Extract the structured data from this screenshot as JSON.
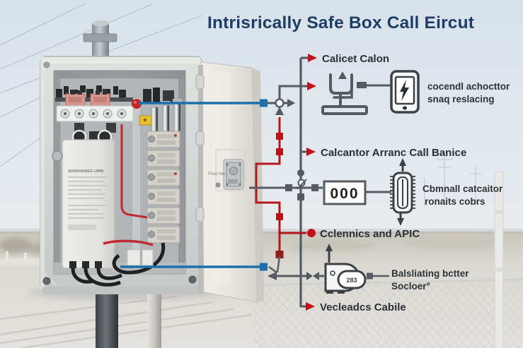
{
  "title": "Intrisrically Safe Box Call Eircut",
  "colors": {
    "accent_red": "#c1121c",
    "wire_blue": "#1c6fad",
    "line_gray": "#565b5f",
    "title_navy": "#1d3d66"
  },
  "schematic": {
    "callouts": [
      {
        "label": "Calicet Calon"
      },
      {
        "label": "Calcantor Arranc Call Banice"
      },
      {
        "label": "Cclennics and APIC"
      },
      {
        "label": "Vecleadcs Cabile"
      }
    ],
    "meter_value": "000",
    "connector_badge": "283",
    "captions": {
      "phone": {
        "line1": "cocendl achocttor",
        "line2": "snaq reslacing"
      },
      "coil": {
        "line1": "Cbmnall catcaitor",
        "line2": "ronaits cobrs"
      },
      "connector": {
        "line1": "Balsliating bctter",
        "line2": "Socloer°"
      }
    }
  },
  "enclosure": {
    "door_label": "Pilad Med",
    "module_label": "SUREHEMEG UMW"
  }
}
